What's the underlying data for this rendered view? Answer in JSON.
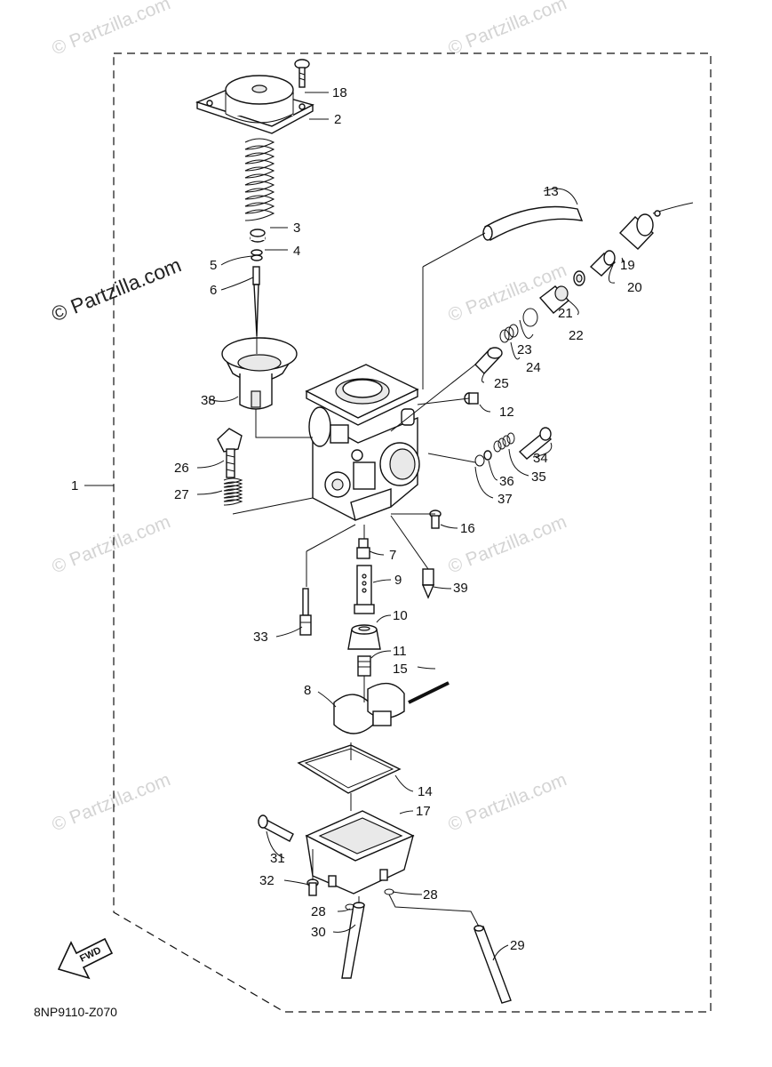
{
  "watermark": {
    "text": "© Partzilla.com"
  },
  "diagram_code": "8NP9110-Z070",
  "fwd_label": "FWD",
  "callouts": [
    {
      "id": "1",
      "label": "1"
    },
    {
      "id": "2",
      "label": "2"
    },
    {
      "id": "3",
      "label": "3"
    },
    {
      "id": "4",
      "label": "4"
    },
    {
      "id": "5",
      "label": "5"
    },
    {
      "id": "6",
      "label": "6"
    },
    {
      "id": "7",
      "label": "7"
    },
    {
      "id": "8",
      "label": "8"
    },
    {
      "id": "9",
      "label": "9"
    },
    {
      "id": "10",
      "label": "10"
    },
    {
      "id": "11",
      "label": "11"
    },
    {
      "id": "12",
      "label": "12"
    },
    {
      "id": "13",
      "label": "13"
    },
    {
      "id": "14",
      "label": "14"
    },
    {
      "id": "15",
      "label": "15"
    },
    {
      "id": "16",
      "label": "16"
    },
    {
      "id": "17",
      "label": "17"
    },
    {
      "id": "18",
      "label": "18"
    },
    {
      "id": "19",
      "label": "19"
    },
    {
      "id": "20",
      "label": "20"
    },
    {
      "id": "21",
      "label": "21"
    },
    {
      "id": "22",
      "label": "22"
    },
    {
      "id": "23",
      "label": "23"
    },
    {
      "id": "24",
      "label": "24"
    },
    {
      "id": "25",
      "label": "25"
    },
    {
      "id": "26",
      "label": "26"
    },
    {
      "id": "27",
      "label": "27"
    },
    {
      "id": "28a",
      "label": "28"
    },
    {
      "id": "28b",
      "label": "28"
    },
    {
      "id": "29",
      "label": "29"
    },
    {
      "id": "30",
      "label": "30"
    },
    {
      "id": "31",
      "label": "31"
    },
    {
      "id": "32",
      "label": "32"
    },
    {
      "id": "33",
      "label": "33"
    },
    {
      "id": "34",
      "label": "34"
    },
    {
      "id": "35",
      "label": "35"
    },
    {
      "id": "36",
      "label": "36"
    },
    {
      "id": "37",
      "label": "37"
    },
    {
      "id": "38",
      "label": "38"
    },
    {
      "id": "39",
      "label": "39"
    }
  ]
}
